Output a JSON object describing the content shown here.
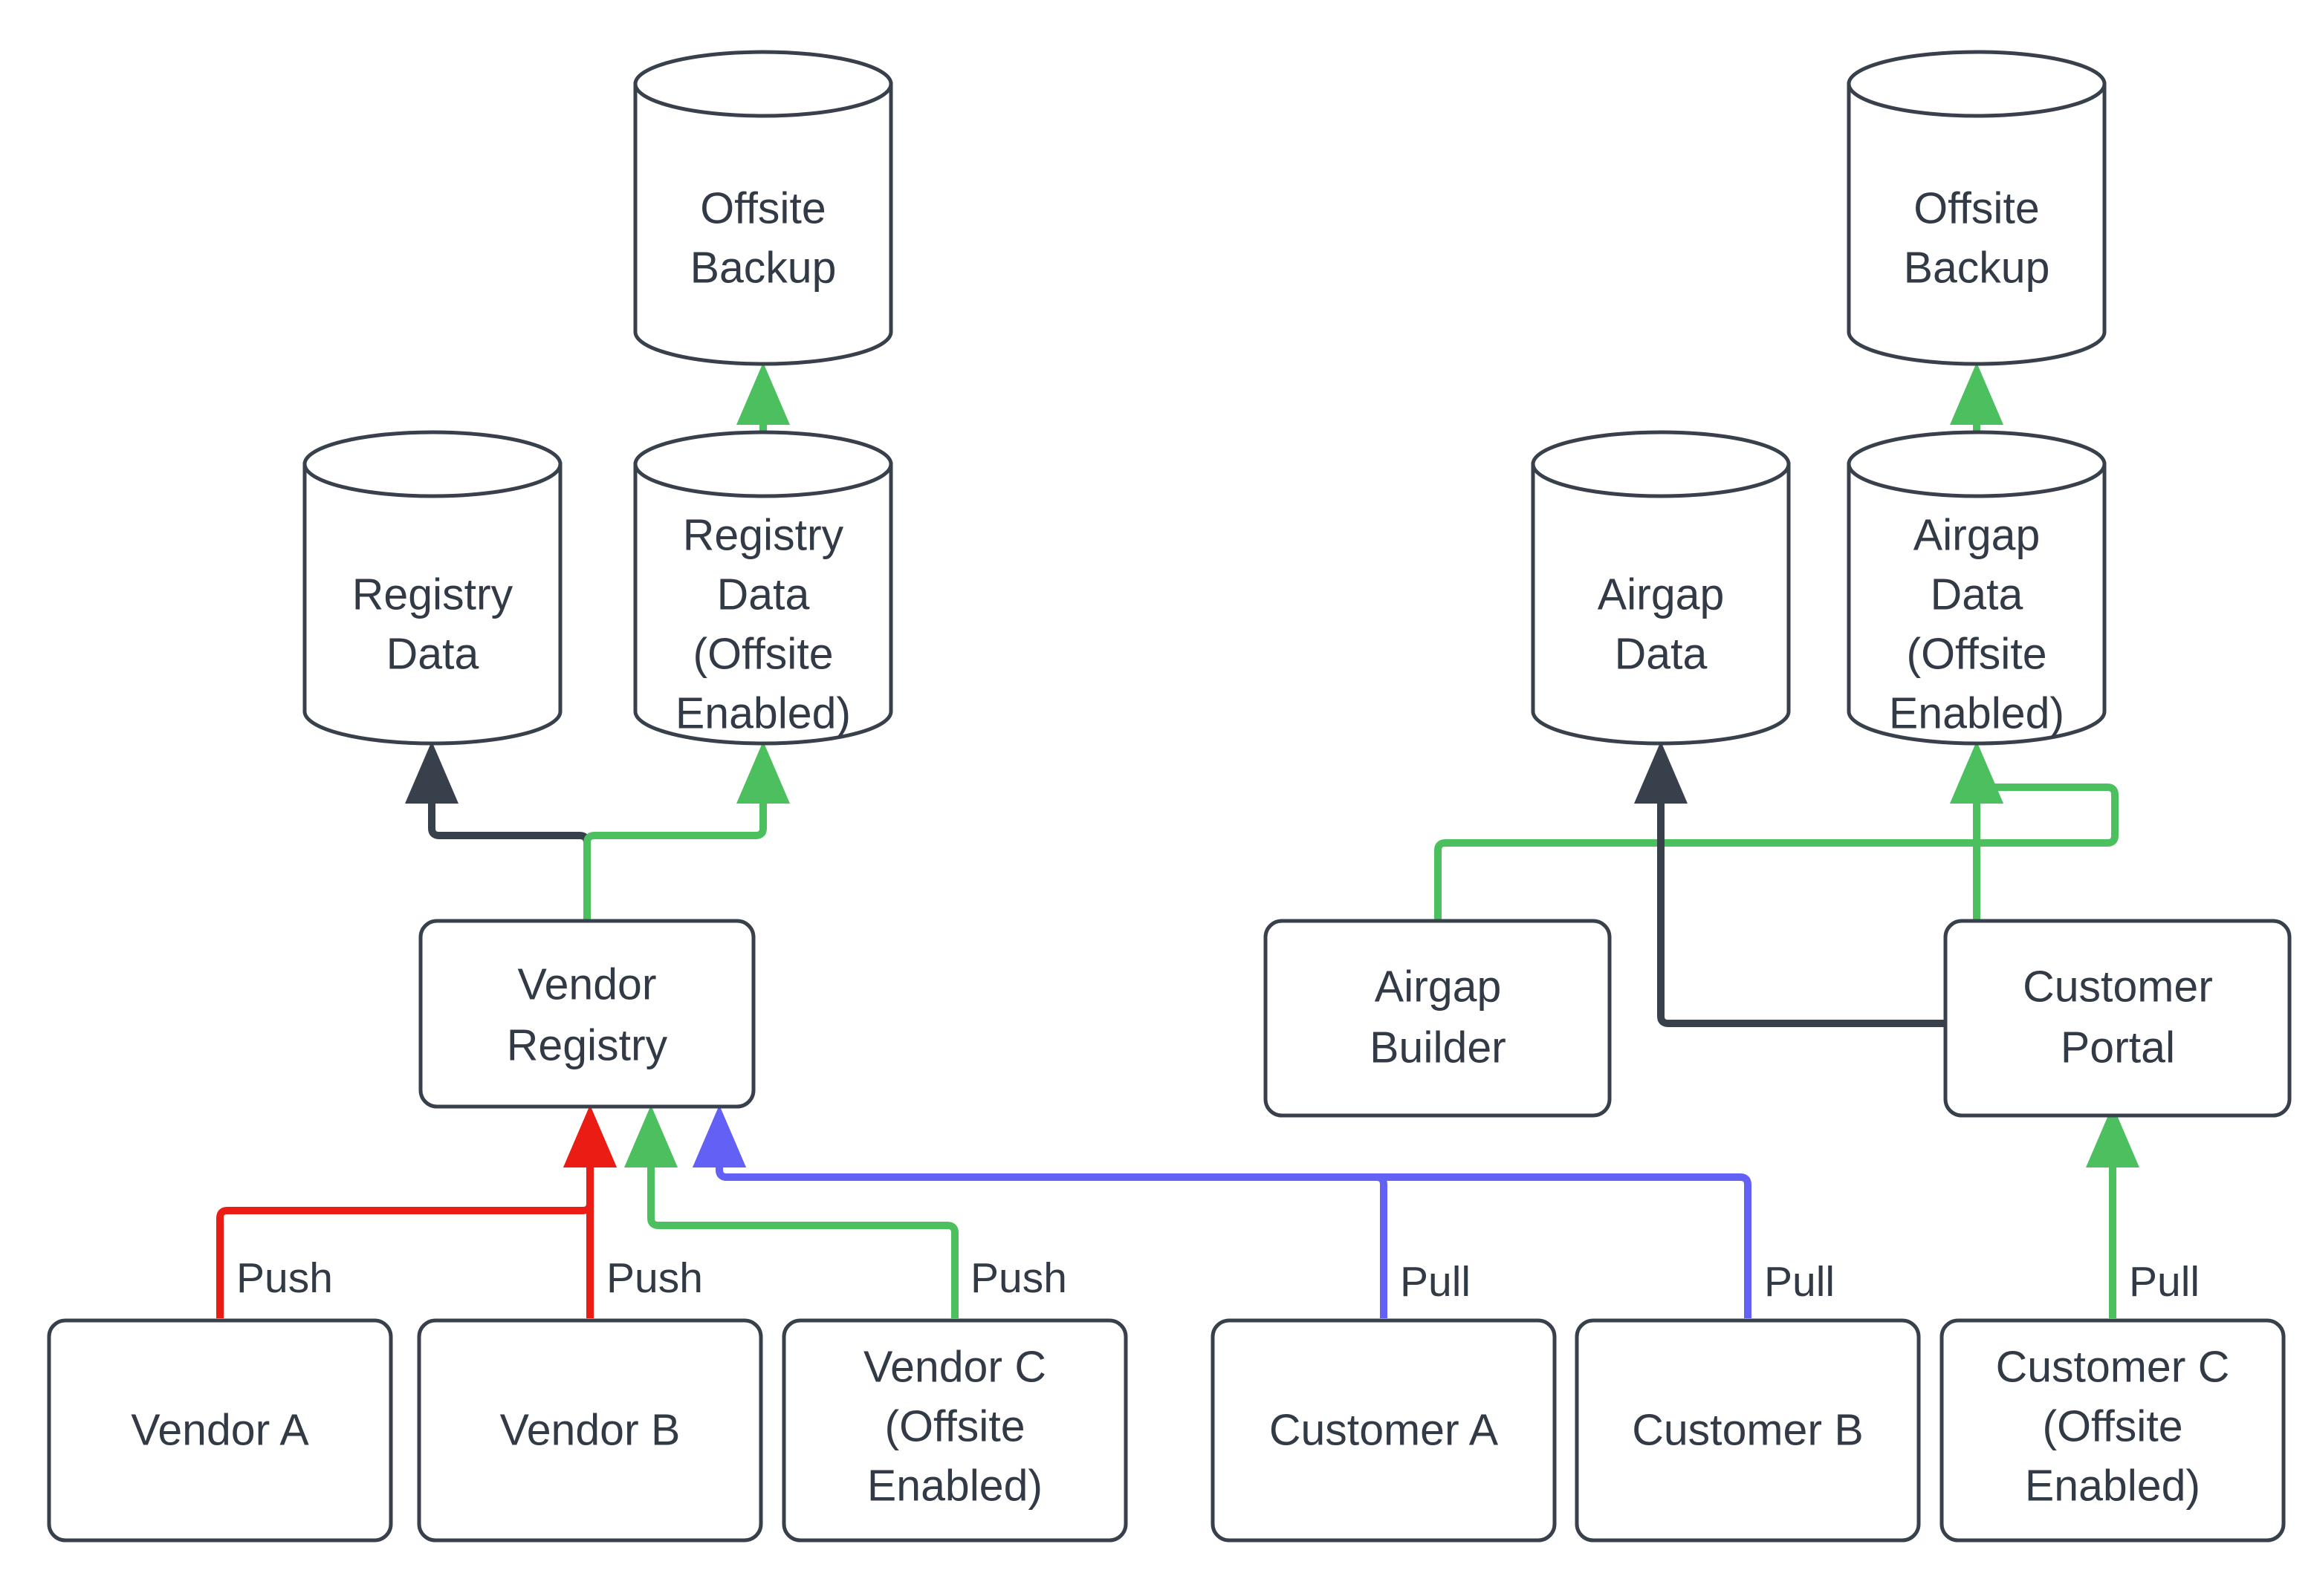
{
  "diagram": {
    "type": "flowchart",
    "title": "Vendor and Customer Registry / Airgap Data Flow",
    "colors": {
      "stroke_dark": "#38404C",
      "text": "#323A45",
      "green": "#4CC05E",
      "red": "#EB1C14",
      "blue": "#6360F5",
      "background": "#FFFFFF"
    },
    "nodes": [
      {
        "id": "offsite_backup_left",
        "label": "Offsite\nBackup",
        "line1": "Offsite",
        "line2": "Backup",
        "shape": "cylinder"
      },
      {
        "id": "registry_data",
        "label": "Registry\nData",
        "line1": "Registry",
        "line2": "Data",
        "shape": "cylinder"
      },
      {
        "id": "registry_data_offsite",
        "label": "Registry\nData\n(Offsite\nEnabled)",
        "line1": "Registry",
        "line2": "Data",
        "line3": "(Offsite",
        "line4": "Enabled)",
        "shape": "cylinder"
      },
      {
        "id": "vendor_registry",
        "label": "Vendor\nRegistry",
        "line1": "Vendor",
        "line2": "Registry",
        "shape": "rounded-rect"
      },
      {
        "id": "vendor_a",
        "label": "Vendor A",
        "line1": "Vendor A",
        "shape": "rounded-rect"
      },
      {
        "id": "vendor_b",
        "label": "Vendor B",
        "line1": "Vendor B",
        "shape": "rounded-rect"
      },
      {
        "id": "vendor_c",
        "label": "Vendor C\n(Offsite\nEnabled)",
        "line1": "Vendor C",
        "line2": "(Offsite",
        "line3": "Enabled)",
        "shape": "rounded-rect"
      },
      {
        "id": "offsite_backup_right",
        "label": "Offsite\nBackup",
        "line1": "Offsite",
        "line2": "Backup",
        "shape": "cylinder"
      },
      {
        "id": "airgap_data",
        "label": "Airgap\nData",
        "line1": "Airgap",
        "line2": "Data",
        "shape": "cylinder"
      },
      {
        "id": "airgap_data_offsite",
        "label": "Airgap\nData\n(Offsite\nEnabled)",
        "line1": "Airgap",
        "line2": "Data",
        "line3": "(Offsite",
        "line4": "Enabled)",
        "shape": "cylinder"
      },
      {
        "id": "airgap_builder",
        "label": "Airgap\nBuilder",
        "line1": "Airgap",
        "line2": "Builder",
        "shape": "rounded-rect"
      },
      {
        "id": "customer_portal",
        "label": "Customer\nPortal",
        "line1": "Customer",
        "line2": "Portal",
        "shape": "rounded-rect"
      },
      {
        "id": "customer_a",
        "label": "Customer A",
        "line1": "Customer A",
        "shape": "rounded-rect"
      },
      {
        "id": "customer_b",
        "label": "Customer B",
        "line1": "Customer B",
        "shape": "rounded-rect"
      },
      {
        "id": "customer_c",
        "label": "Customer C\n(Offsite\nEnabled)",
        "line1": "Customer C",
        "line2": "(Offsite",
        "line3": "Enabled)",
        "shape": "rounded-rect"
      }
    ],
    "edges": [
      {
        "id": "e1",
        "from": "registry_data_offsite",
        "to": "offsite_backup_left",
        "label": "",
        "color": "green"
      },
      {
        "id": "e2",
        "from": "vendor_registry",
        "to": "registry_data",
        "label": "",
        "color": "dark"
      },
      {
        "id": "e3",
        "from": "vendor_registry",
        "to": "registry_data_offsite",
        "label": "",
        "color": "green"
      },
      {
        "id": "e4",
        "from": "vendor_a",
        "to": "vendor_registry",
        "label": "Push",
        "color": "red"
      },
      {
        "id": "e5",
        "from": "vendor_b",
        "to": "vendor_registry",
        "label": "Push",
        "color": "red"
      },
      {
        "id": "e6",
        "from": "vendor_c",
        "to": "vendor_registry",
        "label": "Push",
        "color": "green"
      },
      {
        "id": "e7",
        "from": "airgap_data_offsite",
        "to": "offsite_backup_right",
        "label": "",
        "color": "green"
      },
      {
        "id": "e8",
        "from": "customer_portal",
        "to": "airgap_data",
        "label": "",
        "color": "dark"
      },
      {
        "id": "e9",
        "from": "airgap_builder",
        "to": "airgap_data_offsite",
        "label": "",
        "color": "green"
      },
      {
        "id": "e10",
        "from": "customer_portal",
        "to": "airgap_data_offsite",
        "label": "",
        "color": "green"
      },
      {
        "id": "e11",
        "from": "customer_a",
        "to": "vendor_registry",
        "label": "Pull",
        "color": "blue"
      },
      {
        "id": "e12",
        "from": "customer_b",
        "to": "vendor_registry",
        "label": "Pull",
        "color": "blue"
      },
      {
        "id": "e13",
        "from": "customer_c",
        "to": "customer_portal",
        "label": "Pull",
        "color": "green"
      }
    ],
    "edge_labels": {
      "push_a": "Push",
      "push_b": "Push",
      "push_c": "Push",
      "pull_a": "Pull",
      "pull_b": "Pull",
      "pull_c": "Pull"
    }
  }
}
